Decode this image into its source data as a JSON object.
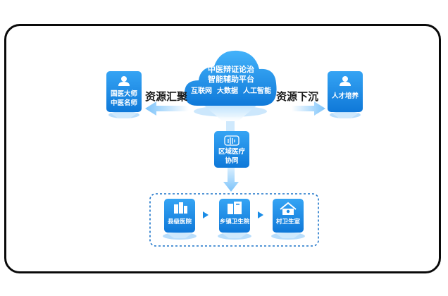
{
  "cloud": {
    "title_line1": "中医辩证论治",
    "title_line2": "智能辅助平台",
    "tags": "互联网  大数据  人工智能"
  },
  "left_card": {
    "line1": "国医大师",
    "line2": "中医名师"
  },
  "right_card": {
    "line1": "人才培养"
  },
  "left_arrow_label": "资源汇聚",
  "right_arrow_label": "资源下沉",
  "center_card": {
    "line1": "区域医疗",
    "line2": "协同"
  },
  "bottom_cards": [
    {
      "label": "县级医院"
    },
    {
      "label": "乡镇卫生院"
    },
    {
      "label": "村卫生室"
    }
  ],
  "colors": {
    "primary": "#1a8ce6",
    "light": "#9fd3fb",
    "dashed": "#1a73c9"
  }
}
